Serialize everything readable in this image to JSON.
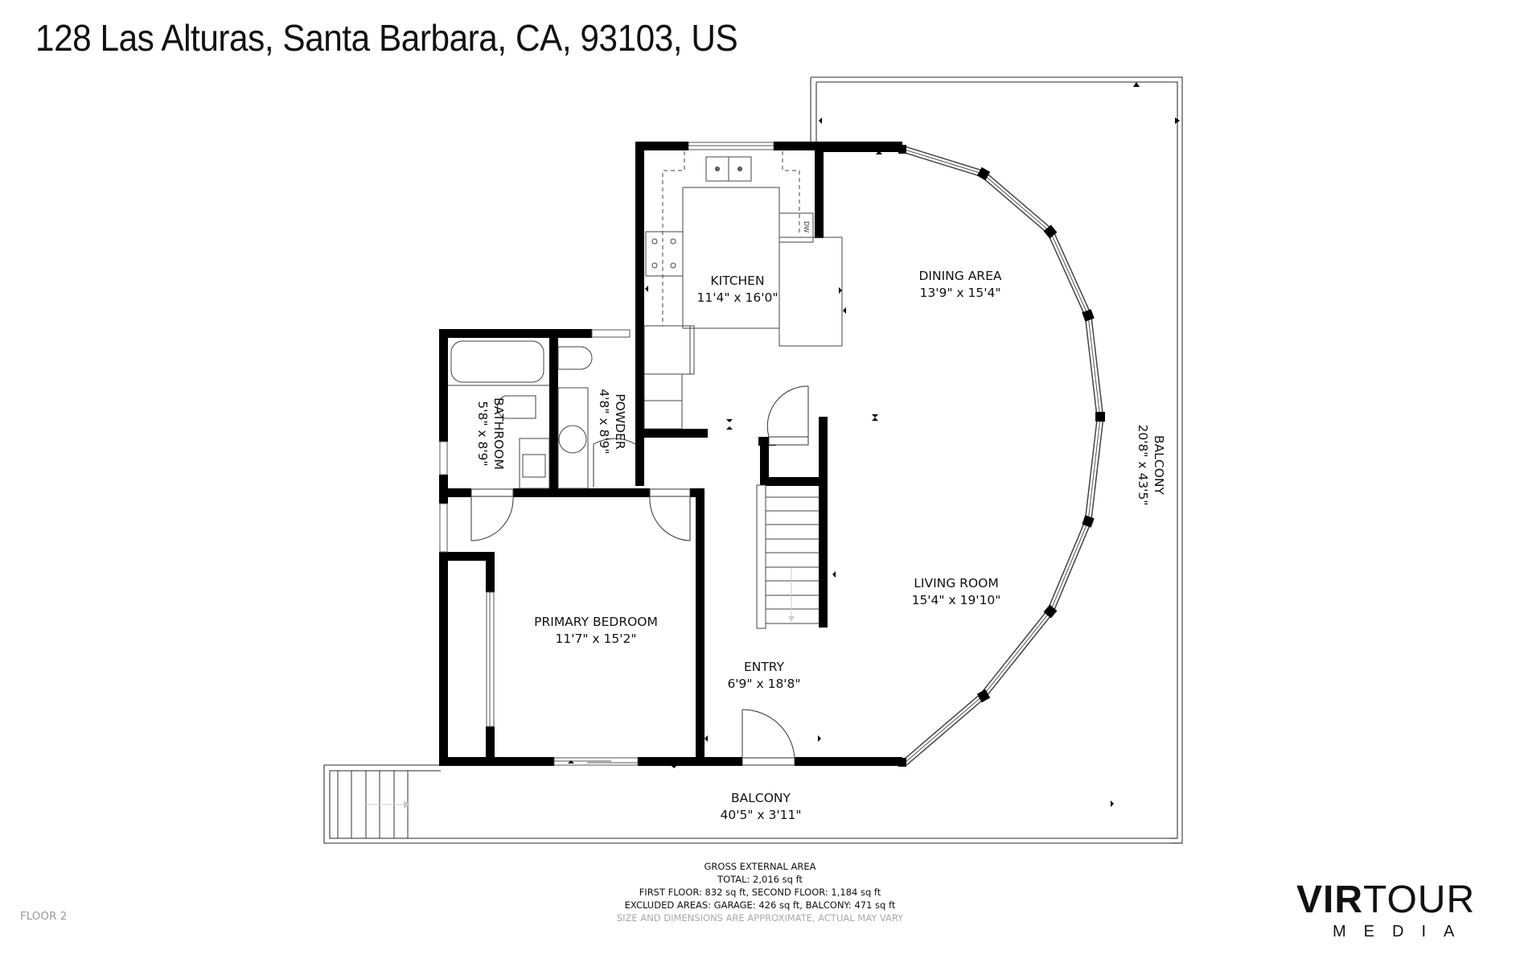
{
  "header": {
    "address": "128 Las Alturas, Santa Barbara, CA, 93103, US"
  },
  "rooms": [
    {
      "name": "KITCHEN",
      "dims": "11'4\" x 16'0\""
    },
    {
      "name": "DINING AREA",
      "dims": "13'9\" x 15'4\""
    },
    {
      "name": "BATHROOM",
      "dims": "5'8\" x 8'9\""
    },
    {
      "name": "POWDER",
      "dims": "4'8\" x 8'9\""
    },
    {
      "name": "PRIMARY BEDROOM",
      "dims": "11'7\" x 15'2\""
    },
    {
      "name": "LIVING ROOM",
      "dims": "15'4\" x 19'10\""
    },
    {
      "name": "ENTRY",
      "dims": "6'9\" x 18'8\""
    },
    {
      "name": "BALCONY",
      "dims": "40'5\" x 3'11\""
    },
    {
      "name": "BALCONY",
      "dims": "20'8\" x 43'5\""
    }
  ],
  "fixtures": {
    "dishwasher_label": "DW"
  },
  "footer": {
    "heading": "GROSS EXTERNAL AREA",
    "total": "TOTAL: 2,016 sq ft",
    "floors": "FIRST FLOOR: 832 sq ft, SECOND FLOOR: 1,184 sq ft",
    "excluded": "EXCLUDED AREAS: GARAGE: 426 sq ft, BALCONY: 471 sq ft",
    "disclaimer": "SIZE AND DIMENSIONS ARE APPROXIMATE, ACTUAL MAY VARY"
  },
  "floor_label": "FLOOR 2",
  "logo": {
    "bold": "VIR",
    "light": "TOUR",
    "sub": "MEDIA"
  },
  "colors": {
    "wall": "#000000",
    "line": "#333333",
    "muted_text": "#aaaaaa"
  }
}
